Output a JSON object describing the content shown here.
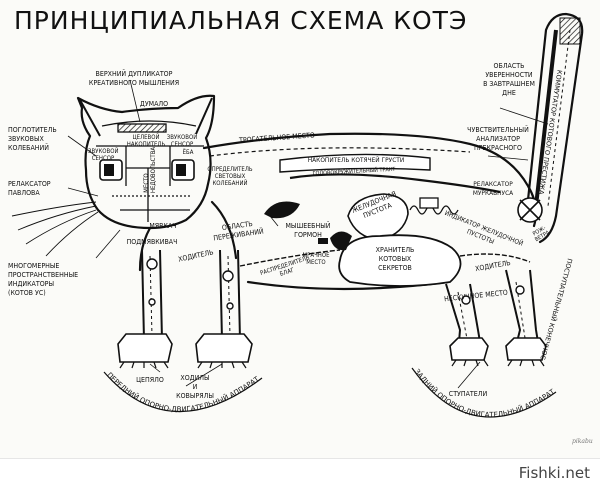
{
  "title": "ПРИНЦИПИАЛЬНАЯ СХЕМА КОТЭ",
  "labels": {
    "dupl": "ВЕРХНИЙ ДУПЛИКАТОР\nКРЕАТИВНОГО МЫШЛЕНИЯ",
    "dumalo": "ДУМАЛО",
    "pogl": "ПОГЛОТИТЕЛЬ\nЗВУКОВЫХ\nКОЛЕБАНИЙ",
    "zvuk_l": "ЗВУКОВОЙ\nСЕНСОР",
    "zvuk_r": "ЗВУКОВОЙ\nСЕНСОР",
    "celev": "ЦЕЛЕВОЙ\nНАКОПИТЕЛЬ",
    "yoba": "ЁБА",
    "relax_p": "РЕЛАКСАТОР\nПАВЛОВА",
    "mesto": "МЕСТО\nНЕДОВОЛЬСТВА",
    "opred": "ОПРЕДЕЛИТЕЛЬ\nСВЕТОВЫХ\nКОЛЕБАНИЙ",
    "trog": "ТРОГАТЕЛЬНОЕ МЕСТО",
    "nakop": "НАКОПИТЕЛЬ КОТЯЧЕЙ ГРУСТИ",
    "golov": "ГОЛОВОКРУЖИТЕЛЬНЫЙ ТРАКТ",
    "uver": "ОБЛАСТЬ\nУВЕРЕННОСТИ\nВ ЗАВТРАШНЕМ\nДНЕ",
    "chuv": "ЧУВСТВИТЕЛЬНЫЙ\nАНАЛИЗАТОР\nПРЕКРАСНОГО",
    "kommut": "КОММУТАТОР КОТОВОГО ПРЕСТИЖА",
    "relax_m": "РЕЛАКСАТОР\nМУРКАВНУСА",
    "zhel": "ЖЕЛУДОЧНАЯ\nПУСТОТА",
    "indik": "ИНДИКАТОР ЖЕЛУДОЧНОЙ\nПУСТОТЫ",
    "rozh": "РОЖ-\nВЕТРА",
    "myavkach": "МЯВКАЧ",
    "podmyav": "ПОДМЯВКИВАЧ",
    "obl_per": "ОБЛАСТЬ\nПЕРЕЖИВАНИЙ",
    "myshe": "МЫШЕЕБНЫЙ\nГОРМОН",
    "mnogo": "МНОГОМЕРНЫЕ\nПРОСТРАНСТВЕННЫЕ\nИНДИКАТОРЫ\n(КОТОВ УС)",
    "hodil_l": "ХОДИТЕЛЬ",
    "raspr": "РАСПРЕДЕЛИТЕЛЬ\nБЛАГ",
    "mrach": "МРАЧНОЕ\nМЕСТО",
    "hran": "ХРАНИТЕЛЬ\nКОТОВЫХ\nСЕКРЕТОВ",
    "hodil_r": "ХОДИТЕЛЬ",
    "postup": "ПОСТУПАТЕЛЬНЫЙ КОНЕЧНОСТИ",
    "neskus": "НЕСКУЧНОЕ МЕСТО",
    "cepyalo": "ЦЕПЯЛО",
    "hodily": "ХОДИЛЫ\nИ\nКОВЫРЯЛЫ",
    "stupa": "СТУПАТЕЛИ",
    "front": "ПЕРЕДНИЙ ОПОРНО-ДВИГАТЕЛЬНЫЙ АППАРАТ",
    "rear": "ЗАДНИЙ ОПОРНО-ДВИГАТЕЛЬНЫЙ АППАРАТ"
  },
  "signature": "pikabu",
  "brand": "Fishki.net"
}
